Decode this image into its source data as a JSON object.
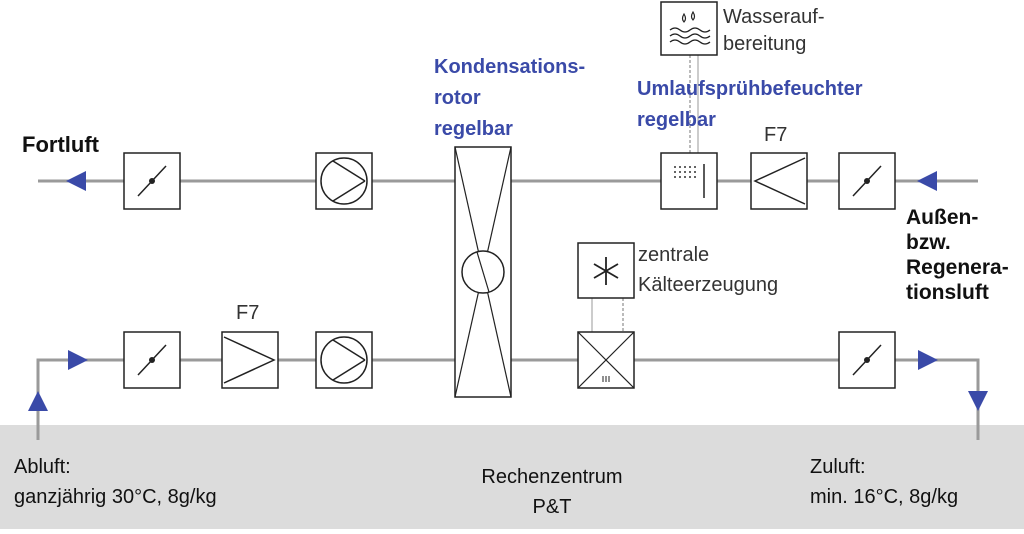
{
  "diagram": {
    "colors": {
      "pipe": "#9a9a9a",
      "arrow": "#3a4aa8",
      "room": "#dcdcdc",
      "box_stroke": "#222222",
      "text_blue": "#3a4aa8"
    },
    "labels": {
      "fortluft": "Fortluft",
      "aussenluft": "Außen-\nbzw.\nRegenera-\ntionsluft",
      "rotor": "Kondensations-\nrotor\nregelbar",
      "spray": "Umlaufsprühbefeuchter\nregelbar",
      "water": "Wasserauf-\nbereitung",
      "cooling": "zentrale\nKälteerzeugung",
      "filter_top": "F7",
      "filter_bottom": "F7",
      "abluft": "Abluft:\nganzjährig 30°C, 8g/kg",
      "room": "Rechenzentrum\nP&T",
      "zuluft": "Zuluft:\nmin. 16°C, 8g/kg"
    },
    "icons": {
      "damper": "damper-icon",
      "fan": "fan-icon",
      "filter": "filter-icon",
      "rotor": "heat-wheel-icon",
      "humidifier": "spray-humidifier-icon",
      "water_treatment": "water-treatment-icon",
      "chiller": "snowflake-icon",
      "cooling_coil": "cooling-coil-icon",
      "arrow": "arrow-icon"
    }
  }
}
